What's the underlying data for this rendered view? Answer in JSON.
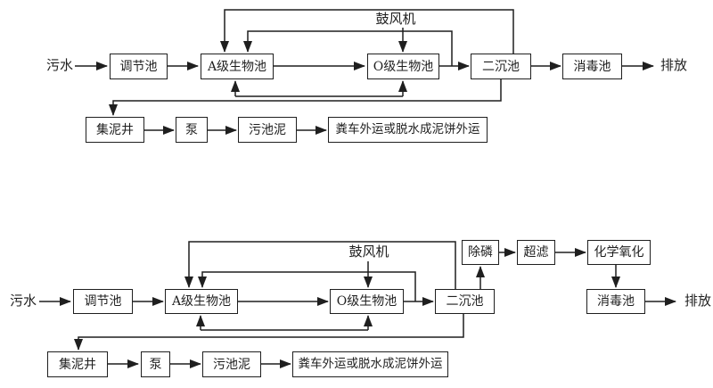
{
  "page": {
    "background_color": "#ffffff",
    "line_color": "#1f1f1f"
  },
  "diagram_top": {
    "source_label": "污水",
    "discharge_label": "排放",
    "blower_label": "鼓风机",
    "nodes": {
      "regulating_tank": "调节池",
      "a_bio_tank": "A级生物池",
      "o_bio_tank": "O级生物池",
      "secondary_clarifier": "二沉池",
      "disinfection_tank": "消毒池",
      "sludge_well": "集泥井",
      "pump": "泵",
      "sludge_tank": "污池泥",
      "sludge_disposal": "粪车外运或脱水成泥饼外运"
    }
  },
  "diagram_bottom": {
    "source_label": "污水",
    "discharge_label": "排放",
    "blower_label": "鼓风机",
    "nodes": {
      "regulating_tank": "调节池",
      "a_bio_tank": "A级生物池",
      "o_bio_tank": "O级生物池",
      "secondary_clarifier": "二沉池",
      "phosphorus_removal": "除磷",
      "ultrafiltration": "超滤",
      "chemical_oxidation": "化学氧化",
      "disinfection_tank": "消毒池",
      "sludge_well": "集泥井",
      "pump": "泵",
      "sludge_tank": "污池泥",
      "sludge_disposal": "粪车外运或脱水成泥饼外运"
    }
  }
}
